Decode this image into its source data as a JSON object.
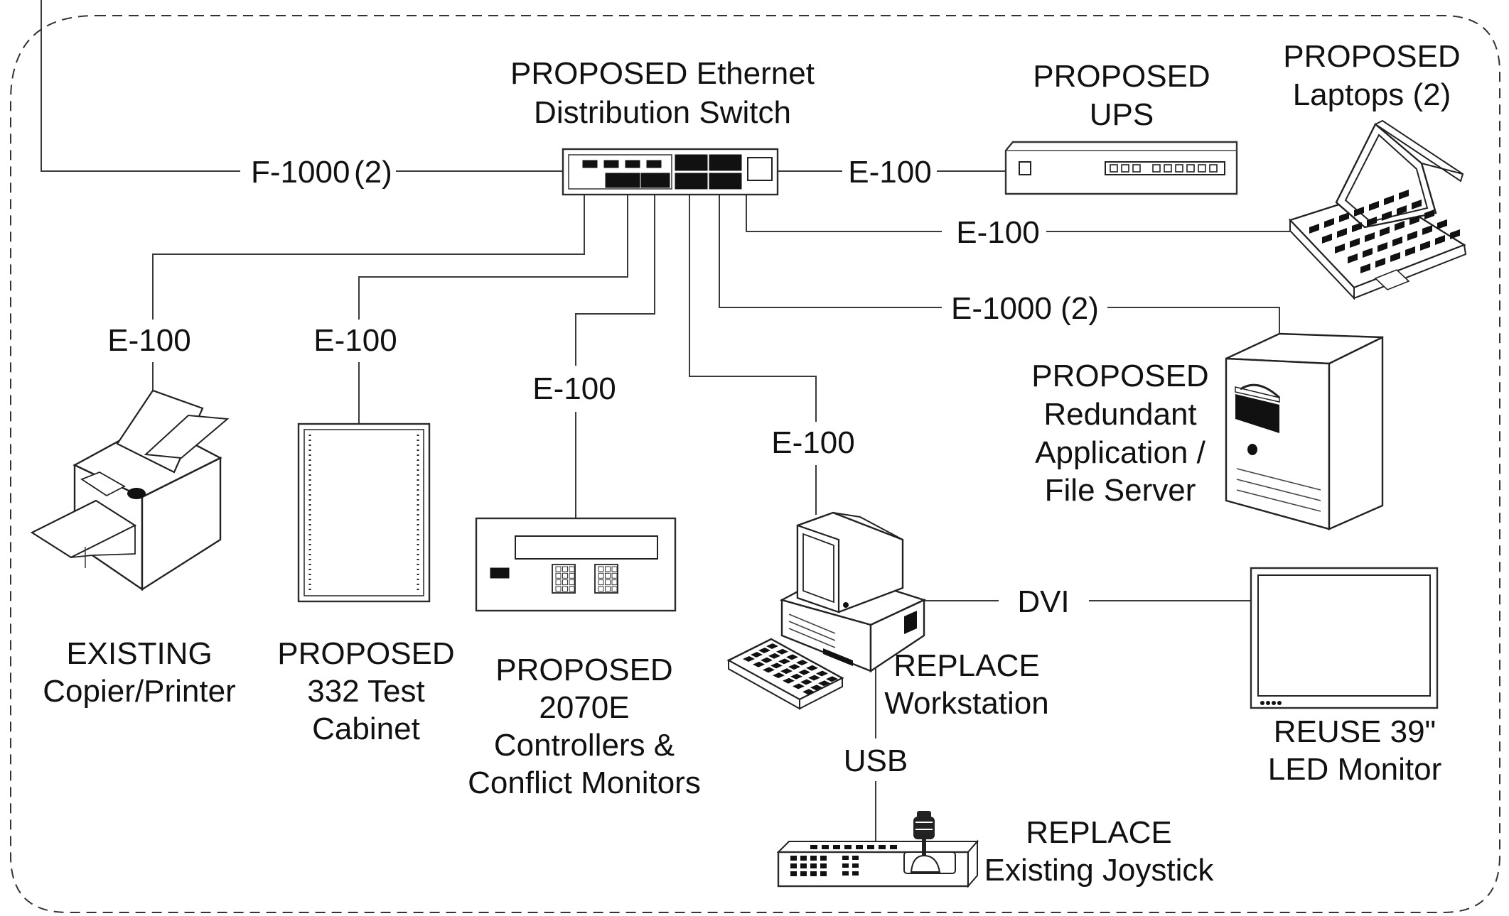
{
  "switch": {
    "title_line1": "PROPOSED Ethernet",
    "title_line2": "Distribution Switch"
  },
  "ups": {
    "line1": "PROPOSED",
    "line2": "UPS"
  },
  "laptops": {
    "line1": "PROPOSED",
    "line2": "Laptops (2)"
  },
  "server": {
    "line1": "PROPOSED",
    "line2": "Redundant",
    "line3": "Application /",
    "line4": "File Server"
  },
  "printer": {
    "line1": "EXISTING",
    "line2": "Copier/Printer"
  },
  "test_cabinet": {
    "line1": "PROPOSED",
    "line2": "332 Test",
    "line3": "Cabinet"
  },
  "controllers": {
    "line1": "PROPOSED",
    "line2": "2070E",
    "line3": "Controllers &",
    "line4": "Conflict Monitors"
  },
  "workstation": {
    "line1": "REPLACE",
    "line2": "Workstation"
  },
  "monitor": {
    "line1": "REUSE 39\"",
    "line2": "LED Monitor"
  },
  "joystick": {
    "line1": "REPLACE",
    "line2": "Existing Joystick"
  },
  "links": {
    "uplink": "F-1000",
    "uplink_count": "(2)",
    "ups": "E-100",
    "laptops": "E-100",
    "server": "E-1000 (2)",
    "printer": "E-100",
    "test_cabinet": "E-100",
    "controllers": "E-100",
    "workstation": "E-100",
    "dvi": "DVI",
    "usb": "USB"
  }
}
